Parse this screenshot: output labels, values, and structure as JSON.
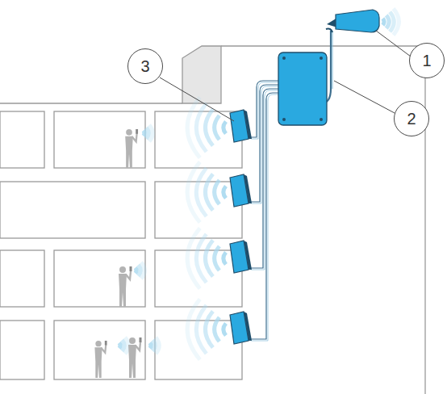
{
  "diagram": {
    "nodes": [
      {
        "text": [
          "3"
        ]
      },
      {
        "text": [
          "1"
        ]
      },
      {
        "text": [
          "2"
        ]
      }
    ]
  }
}
